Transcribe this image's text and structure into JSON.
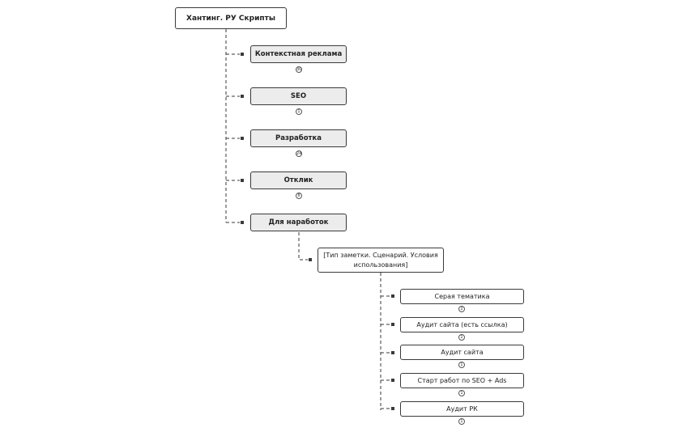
{
  "root": {
    "label": "Хантинг. РУ Скрипты"
  },
  "level1": [
    {
      "label": "Контекстная реклама",
      "badge": "30"
    },
    {
      "label": "SEO",
      "badge": "1"
    },
    {
      "label": "Разработка",
      "badge": "24"
    },
    {
      "label": "Отклик",
      "badge": "8"
    },
    {
      "label": "Для наработок",
      "badge": ""
    }
  ],
  "note": {
    "label": "[Тип заметки. Сценарий. Условия использования]"
  },
  "leaves": [
    {
      "label": "Серая тематика",
      "badge": "2"
    },
    {
      "label": "Аудит сайта (есть ссылка)",
      "badge": "1"
    },
    {
      "label": "Аудит сайта",
      "badge": "1"
    },
    {
      "label": "Старт работ по SEO + Ads",
      "badge": "1"
    },
    {
      "label": "Аудит РК",
      "badge": "1"
    }
  ],
  "colors": {
    "line": "#3a3a3a",
    "node_fill": "#ececec",
    "border": "#3a3a3a"
  }
}
